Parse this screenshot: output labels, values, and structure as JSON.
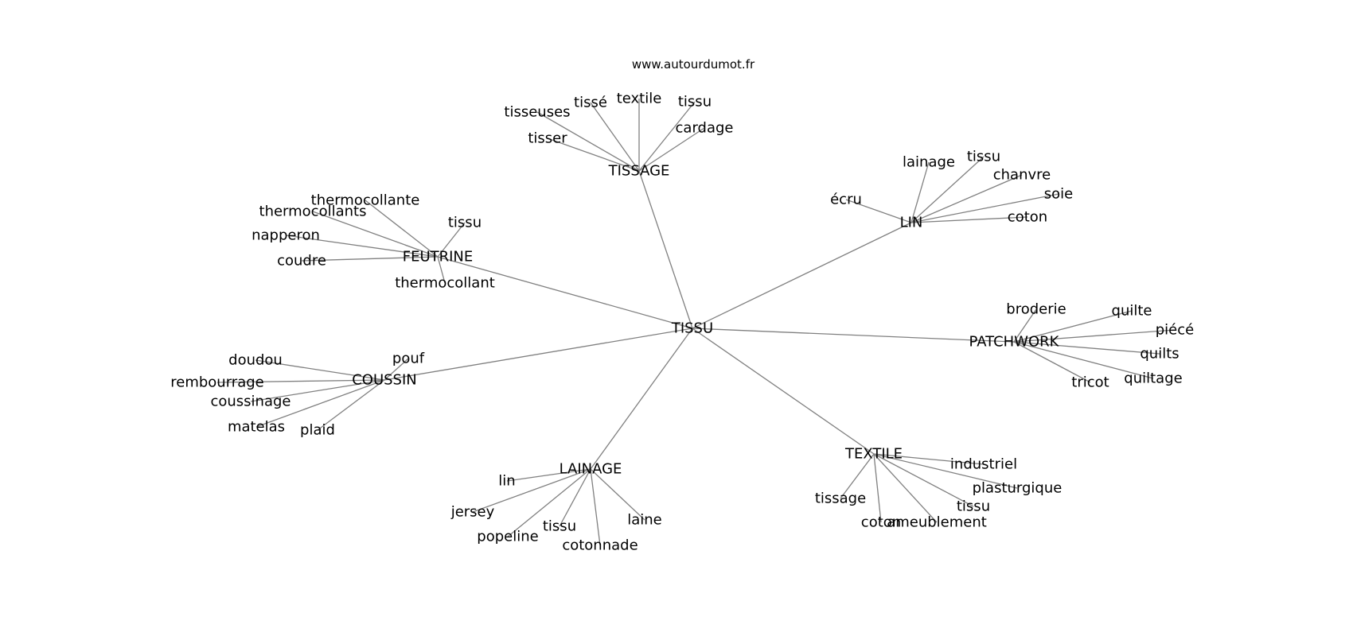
{
  "site": "www.autourdumot.fr",
  "root": "TISSU",
  "groups": [
    {
      "hub": "TISSAGE",
      "words": [
        "tisseuses",
        "tissé",
        "textile",
        "tissu",
        "cardage",
        "tisser"
      ]
    },
    {
      "hub": "LIN",
      "words": [
        "lainage",
        "tissu",
        "chanvre",
        "soie",
        "coton",
        "écru"
      ]
    },
    {
      "hub": "FEUTRINE",
      "words": [
        "thermocollante",
        "thermocollants",
        "napperon",
        "coudre",
        "tissu",
        "thermocollant"
      ]
    },
    {
      "hub": "PATCHWORK",
      "words": [
        "broderie",
        "quilte",
        "piécé",
        "quilts",
        "quiltage",
        "tricot"
      ]
    },
    {
      "hub": "COUSSIN",
      "words": [
        "doudou",
        "rembourrage",
        "coussinage",
        "matelas",
        "plaid",
        "pouf"
      ]
    },
    {
      "hub": "LAINAGE",
      "words": [
        "lin",
        "jersey",
        "popeline",
        "tissu",
        "cotonnade",
        "laine"
      ]
    },
    {
      "hub": "TEXTILE",
      "words": [
        "industriel",
        "plasturgique",
        "tissu",
        "ameublement",
        "coton",
        "tissage"
      ]
    }
  ]
}
